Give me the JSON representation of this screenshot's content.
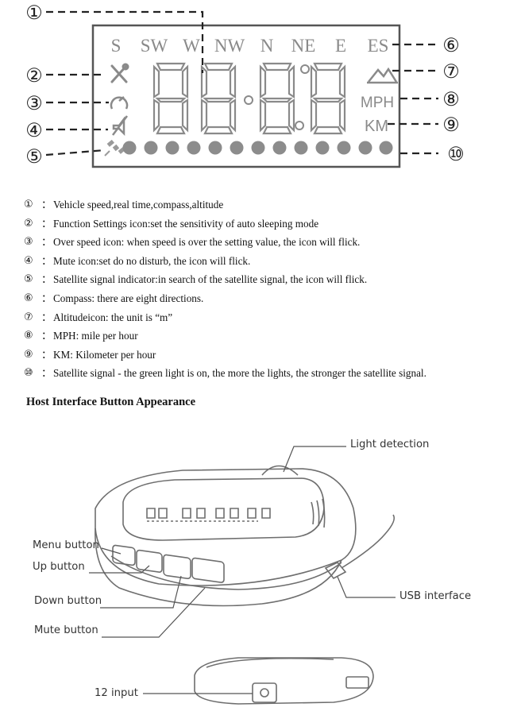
{
  "lcd": {
    "directions": [
      "S",
      "SW",
      "W",
      "NW",
      "N",
      "NE",
      "E",
      "ES"
    ],
    "unit_mph": "MPH",
    "unit_km": "KM",
    "circled": [
      "①",
      "②",
      "③",
      "④",
      "⑤",
      "⑥",
      "⑦",
      "⑧",
      "⑨",
      "⑩"
    ]
  },
  "legend": [
    {
      "num": "①",
      "sep": "：",
      "text": "Vehicle speed,real time,compass,altitude"
    },
    {
      "num": "②",
      "sep": "：",
      "text": "Function Settings icon:set the sensitivity of auto sleeping mode"
    },
    {
      "num": "③",
      "sep": "：",
      "text": "Over speed icon: when speed is over the setting value, the icon will flick."
    },
    {
      "num": "④",
      "sep": "：",
      "text": "Mute icon:set do no disturb, the icon will flick."
    },
    {
      "num": "⑤",
      "sep": "：",
      "text": "Satellite signal indicator:in search of the satellite signal, the icon will flick."
    },
    {
      "num": "⑥",
      "sep": "：",
      "text": "Compass: there are eight directions."
    },
    {
      "num": "⑦",
      "sep": "：",
      "text": "Altitudeicon: the unit is “m”"
    },
    {
      "num": "⑧",
      "sep": "：",
      "text": "MPH: mile per hour"
    },
    {
      "num": "⑨",
      "sep": "：",
      "text": "KM: Kilometer per hour"
    },
    {
      "num": "⑩",
      "sep": "：",
      "text": "Satellite signal - the green light is on, the more the lights, the stronger the satellite signal."
    }
  ],
  "section_title": "Host Interface Button Appearance",
  "callouts": {
    "light_detection": "Light detection",
    "menu_button": "Menu button",
    "up_button": "Up button",
    "down_button": "Down button",
    "mute_button": "Mute button",
    "usb_interface": "USB interface",
    "input_12": "12 input"
  }
}
